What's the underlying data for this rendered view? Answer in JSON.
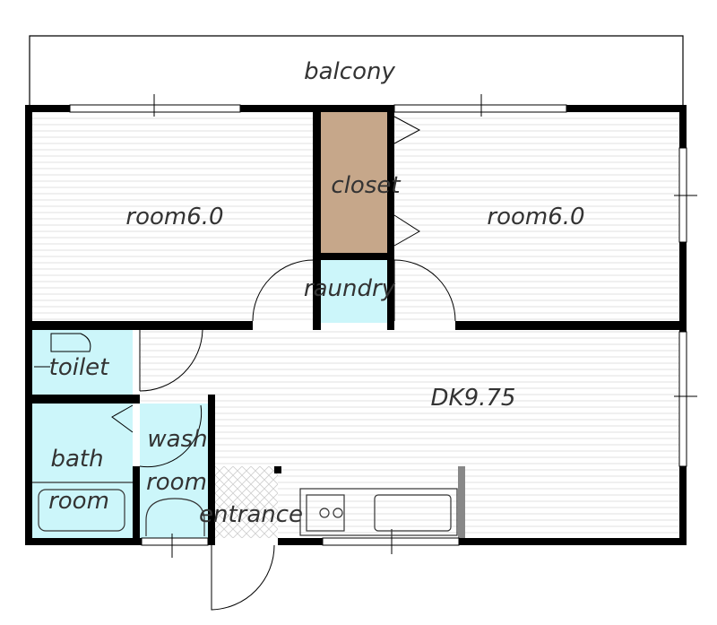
{
  "title": "floor plan",
  "colors": {
    "wall": "#000000",
    "wet_area": "#ccf6fa",
    "closet": "#c6a78a",
    "floor_stripe": "#e2e2e2",
    "entrance_hatch": "#c8c8c8"
  },
  "labels": {
    "balcony": "balcony",
    "room_left": "room6.0",
    "closet": "closet",
    "room_right": "room6.0",
    "laundry": "raundry",
    "toilet": "toilet",
    "dk": "DK9.75",
    "wash": "wash",
    "wash_room": "room",
    "bath": "bath",
    "bath_room": "room",
    "entrance": "entrance"
  }
}
